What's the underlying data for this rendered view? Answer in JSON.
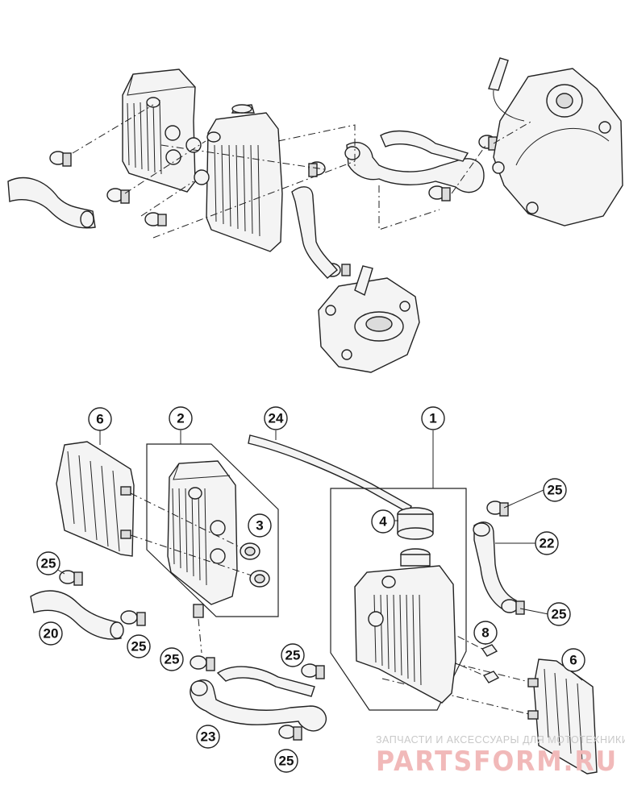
{
  "callouts": {
    "c1": "1",
    "c2": "2",
    "c3": "3",
    "c4": "4",
    "c6a": "6",
    "c6b": "6",
    "c8": "8",
    "c20": "20",
    "c22": "22",
    "c23": "23",
    "c24": "24",
    "c25a": "25",
    "c25b": "25",
    "c25c": "25",
    "c25d": "25",
    "c25e": "25",
    "c25f": "25",
    "c25g": "25"
  },
  "watermark": {
    "tagline": "ЗАПЧАСТИ И АКСЕССУАРЫ ДЛЯ МОТОТЕХНИКИ",
    "logo": "PARTSFORM.RU"
  }
}
